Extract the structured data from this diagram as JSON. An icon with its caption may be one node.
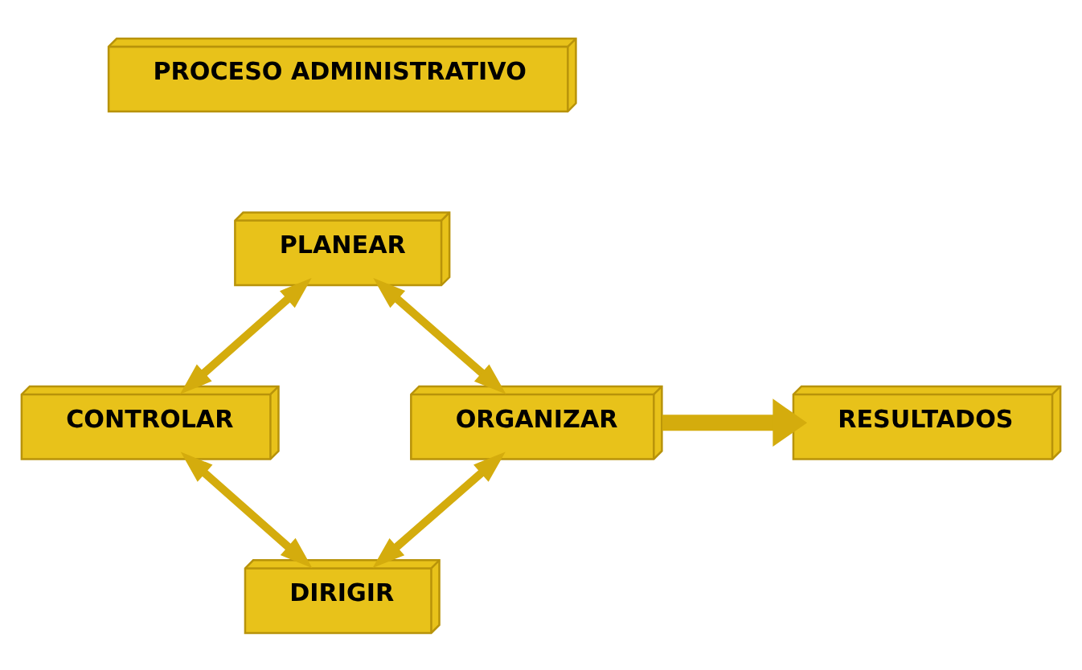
{
  "diagram": {
    "nodes": [
      {
        "text": [
          "PROCESO ADMINISTRATIVO"
        ]
      },
      {
        "text": [
          "PLANEAR"
        ]
      },
      {
        "text": [
          "CONTROLAR"
        ]
      },
      {
        "text": [
          "ORGANIZAR"
        ]
      },
      {
        "text": [
          "RESULTADOS"
        ]
      },
      {
        "text": [
          "DIRIGIR"
        ]
      }
    ],
    "edges": [
      {
        "from": 1,
        "to": 2,
        "arrow": "both"
      },
      {
        "from": 1,
        "to": 3,
        "arrow": "both"
      },
      {
        "from": 2,
        "to": 5,
        "arrow": "both"
      },
      {
        "from": 3,
        "to": 5,
        "arrow": "both"
      },
      {
        "from": 3,
        "to": 4,
        "arrow": "to",
        "style": "thick"
      }
    ]
  }
}
